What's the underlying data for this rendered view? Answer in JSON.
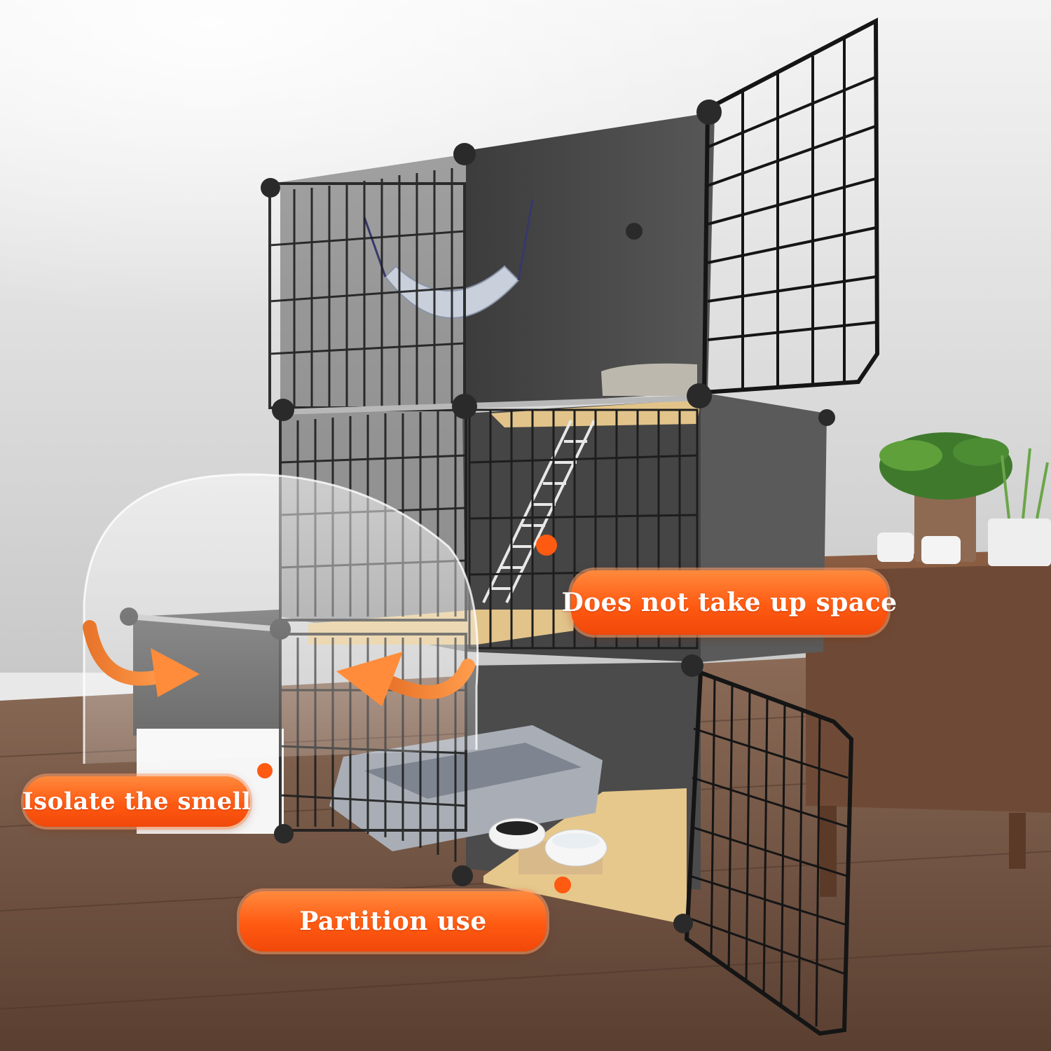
{
  "callouts": {
    "space": "Does not take up space",
    "smell": "Isolate the smell",
    "partition": "Partition use"
  },
  "colors": {
    "accent": "#ff5a12",
    "accent_light": "#ff8a3d",
    "frame": "#2b2b2b",
    "panel": "#4a4a4a",
    "floor": "#6b4e3d",
    "wall": "#d8d8d8",
    "shelf": "#e2c48a"
  }
}
